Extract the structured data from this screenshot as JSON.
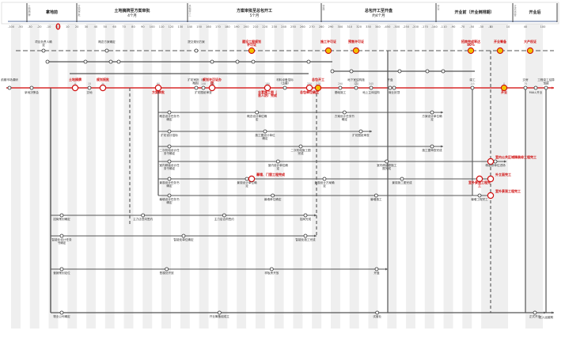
{
  "title": "房地产开发项目关键节点网络计划图",
  "colors": {
    "critical": "#d92b2b",
    "path": "#555555",
    "milestone_fill": "#f2c200",
    "milestone_ring": "#d01010",
    "band": "#efefef",
    "header_line": "#1a3a7a",
    "zero_marker": "#d01010"
  },
  "phases": [
    {
      "title": "拿地前",
      "sub": ""
    },
    {
      "title": "土地摘牌至方案审批",
      "sub": "4个月"
    },
    {
      "title": "方案审批至总包开工",
      "sub": "5个月"
    },
    {
      "title": "总包开工至开盘",
      "sub": "约4个月"
    },
    {
      "title": "开业前（开业倒排期）",
      "sub": ""
    },
    {
      "title": "开业后",
      "sub": ""
    }
  ],
  "phase_markers": [
    "土地摘牌",
    "方案审批",
    "总包开工",
    "开盘",
    "开业",
    "正式运营"
  ],
  "ticks": [
    "-100",
    "-50",
    "-30",
    "-20",
    "-10",
    "0",
    "10",
    "20",
    "30",
    "40",
    "50",
    "60",
    "70",
    "80",
    "90",
    "100",
    "110",
    "120",
    "130",
    "140",
    "150",
    "160",
    "170",
    "180",
    "190",
    "200",
    "210",
    "220",
    "230",
    "240",
    "250",
    "260",
    "270",
    "280",
    "290",
    "300",
    "310",
    "320",
    "330",
    "340",
    "-450",
    "-300",
    "-250",
    "-200",
    "-170",
    "-140",
    "-110",
    "-90",
    "-70",
    "-50",
    "-30",
    "-10",
    "0",
    "10",
    "40",
    "100"
  ],
  "zero_label": "0",
  "critical_path": {
    "label": "主线",
    "nodes": [
      {
        "label": "前期市场调研",
        "day": "",
        "type": "normal"
      },
      {
        "label": "拿地决策会",
        "day": "",
        "type": "normal"
      },
      {
        "label": "土地摘牌",
        "day": "0",
        "type": "key"
      },
      {
        "label": "交地",
        "day": "15",
        "type": "normal"
      },
      {
        "label": "规划报批",
        "day": "30",
        "type": "key"
      },
      {
        "label": "方案审批",
        "day": "60",
        "type": "key"
      },
      {
        "label": "扩初审批（含消防）",
        "day": "100",
        "type": "normal"
      },
      {
        "label": "扩初图纸审查",
        "day": "108",
        "type": "normal"
      },
      {
        "label": "规划许可证办理",
        "day": "115",
        "type": "key"
      },
      {
        "label": "全套施工图（含人防）完成",
        "day": "180",
        "type": "key"
      },
      {
        "label": "材料设备招标（土建）",
        "day": "190",
        "type": "normal"
      },
      {
        "label": "总包单位确定",
        "day": "250",
        "type": "key"
      },
      {
        "label": "总包开工",
        "day": "270",
        "type": "milestone"
      },
      {
        "label": "基础施工",
        "day": "290",
        "type": "normal"
      },
      {
        "label": "地下室结构施工",
        "day": "320",
        "type": "normal"
      },
      {
        "label": "地上主体结构",
        "day": "345",
        "type": "normal"
      },
      {
        "label": "开盘",
        "day": "",
        "type": "normal"
      },
      {
        "label": "商业封顶",
        "day": "",
        "type": "normal"
      },
      {
        "label": "竣工",
        "day": "-45",
        "type": "normal"
      },
      {
        "label": "开业",
        "day": "0",
        "type": "milestone"
      },
      {
        "label": "交房",
        "day": "75",
        "type": "normal"
      },
      {
        "label": "MALL开业",
        "day": "",
        "type": "normal"
      },
      {
        "label": "工程竣工结算完成",
        "day": "160",
        "type": "normal"
      }
    ]
  },
  "top_path": {
    "nodes": [
      {
        "label": "项目负责人确定",
        "day": ""
      },
      {
        "label": "概念方案确定",
        "day": "-10"
      },
      {
        "label": "提交规划方案",
        "day": "120"
      },
      {
        "label": "建设工程规划许可证",
        "day": "",
        "red": true
      },
      {
        "label": "施工许可证",
        "day": "",
        "red": true
      },
      {
        "label": "预售许可证",
        "day": "",
        "red": true
      },
      {
        "label": "招商完成率达80%",
        "day": "",
        "red": true
      },
      {
        "label": "开业筹备",
        "day": "",
        "red": true
      },
      {
        "label": "大产权证",
        "day": "",
        "red": true
      }
    ]
  },
  "branches": [
    {
      "label": "方案设计阶段",
      "items": [
        "概念设计任务书确定",
        "概念设计单位确定",
        "方案设计任务书确定",
        "方案设计单位确定"
      ]
    },
    {
      "label": "初步设计阶段",
      "items": [
        "扩初设计招标",
        "施工图设计单位确定",
        "扩初图纸审查"
      ]
    },
    {
      "label": "施工图阶段",
      "items": [
        "二次机电设计任务书确定",
        "二次机电施工图完成",
        "施工图审查完成"
      ]
    },
    {
      "label": "精装修阶段",
      "items": [
        "室内精装设计任务书确定",
        "室内设计单位确定",
        "室内精装修施工图完成",
        "精装修单位进场"
      ]
    },
    {
      "label": "景观阶段",
      "items": [
        "景观设计任务书确定",
        "景观设计单位确定",
        "景观设计方案确定",
        "景观施工图完成",
        "室外景观工程完工"
      ]
    },
    {
      "label": "幕墙阶段",
      "items": [
        "幕墙设计任务书确定",
        "幕墙单位确定",
        "幕墙施工",
        "幕墙工程完工"
      ]
    },
    {
      "label": "招商阶段",
      "items": [
        "招商策划确定",
        "主力店意向签约",
        "主力店合同签约",
        "招商完成"
      ]
    },
    {
      "label": "智能化阶段",
      "items": [
        "智能化设计任务书确定",
        "智能化单位确定",
        "智能化施工完成"
      ]
    },
    {
      "label": "营销阶段",
      "items": [
        "营销策划定位",
        "售楼处开放",
        "样板房开放",
        "开盘"
      ]
    },
    {
      "label": "运营阶段",
      "items": [
        "物业公司确定",
        "开业筹备组成立",
        "试营业",
        "正式开业"
      ]
    }
  ],
  "red_milestones": [
    "建设工程规划许可证",
    "施工许可证",
    "预售许可证",
    "总包开工",
    "开业",
    "室内公共区域精装修工程完工",
    "外立面完工",
    "室外景观工程完工",
    "幕墙、门窗工程完成",
    "精装施工单位进场",
    "消防验收",
    "二次机电施工完成",
    "招商启动"
  ],
  "footer_note": "进入运营期"
}
